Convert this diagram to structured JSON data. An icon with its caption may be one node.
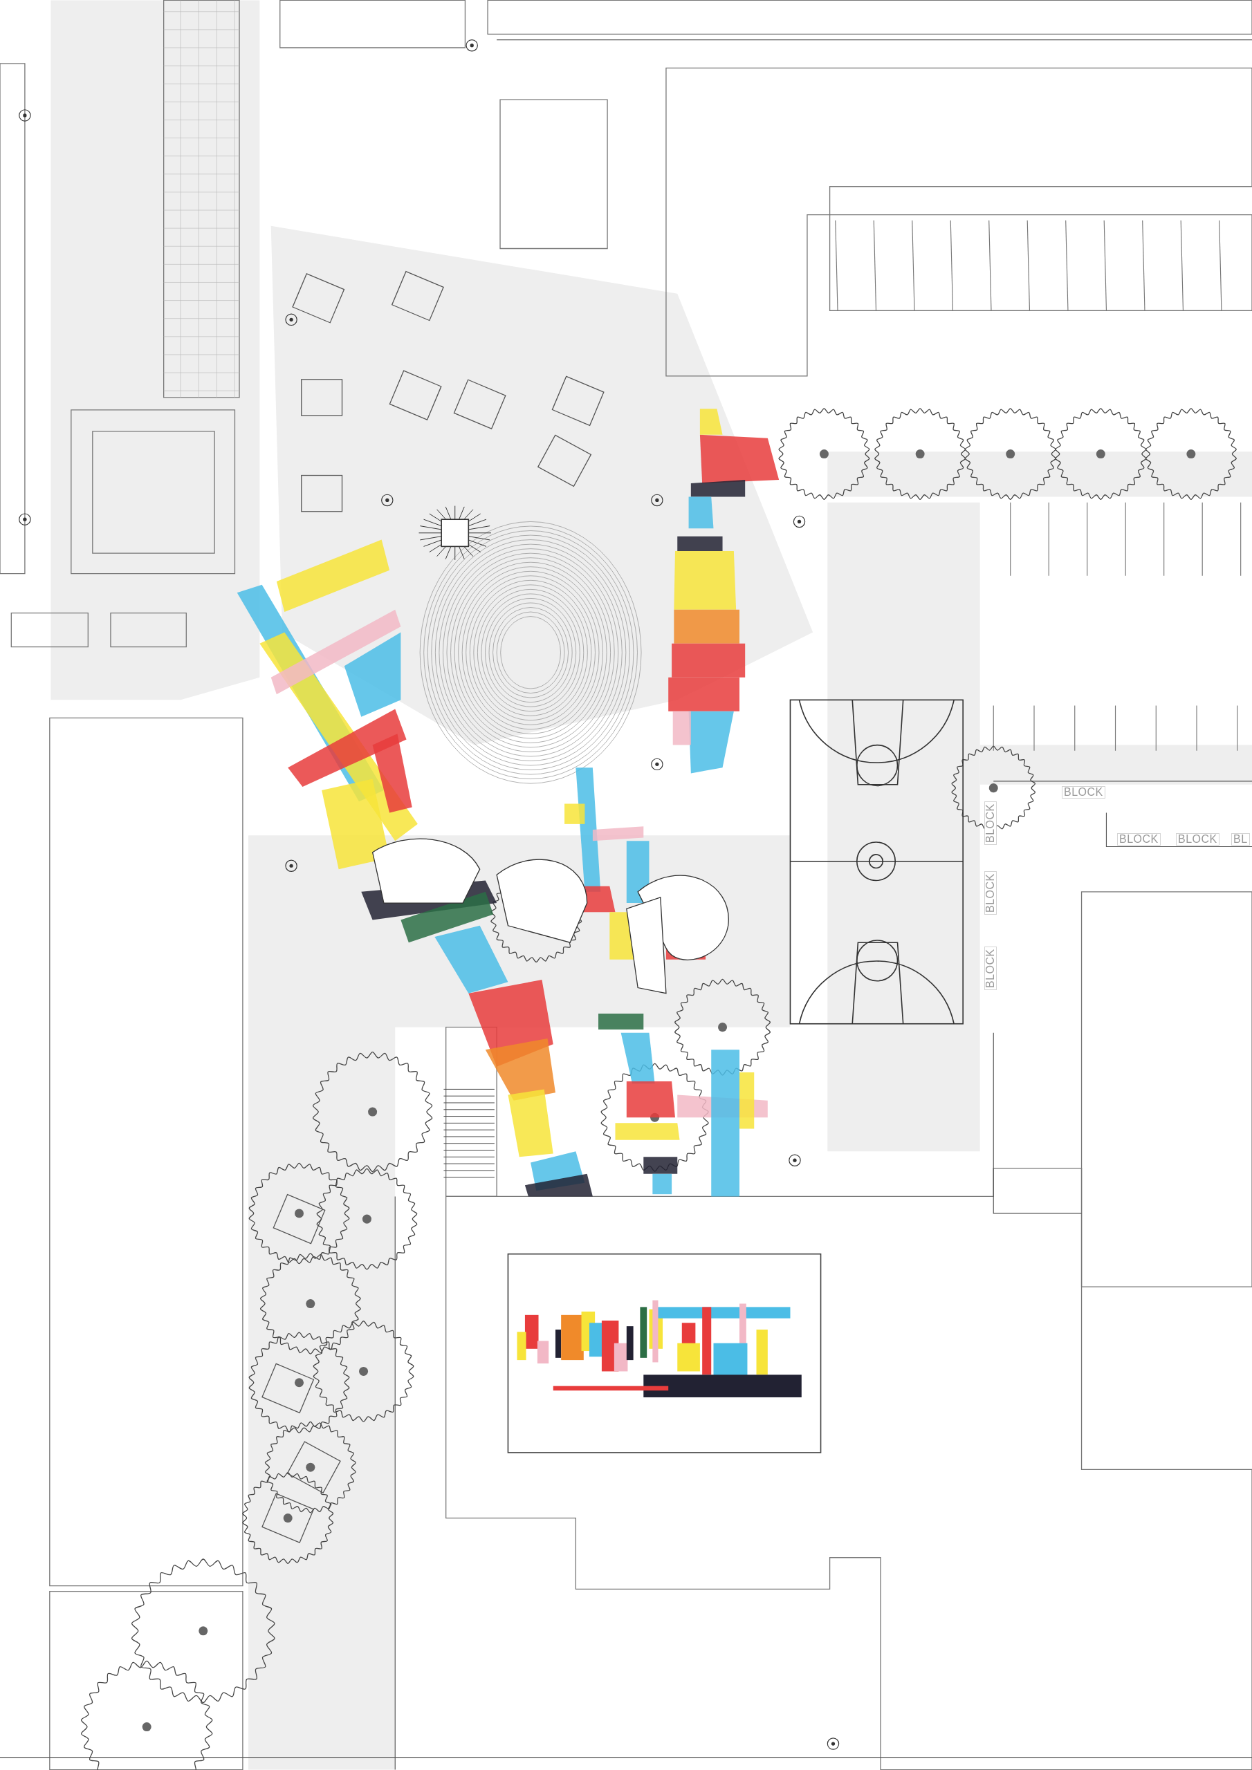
{
  "diagram": {
    "labels": [
      "BLOCK",
      "BLOCK",
      "BLOCK",
      "BLOCK",
      "BL",
      "BLOCK",
      "BLOCK"
    ]
  }
}
